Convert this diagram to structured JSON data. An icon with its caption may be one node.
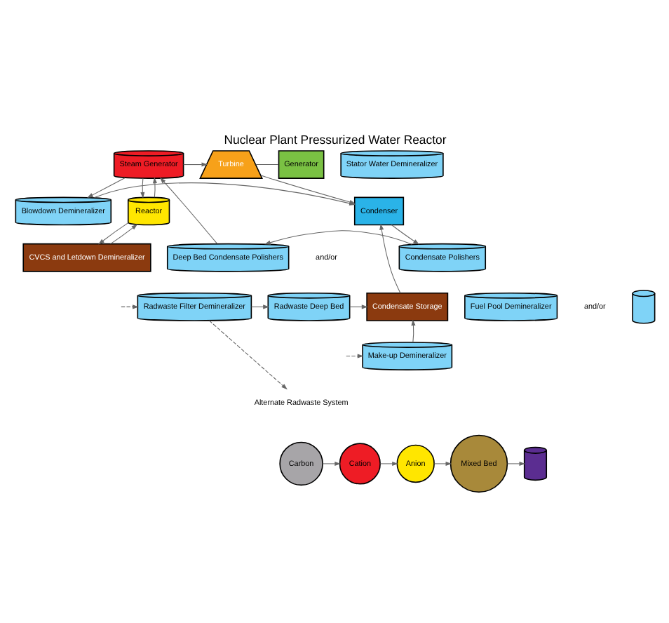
{
  "diagram": {
    "title": "Nuclear Plant Pressurized Water Reactor",
    "nodes": [
      {
        "text": [
          "Steam Generator"
        ]
      },
      {
        "text": [
          "Turbine"
        ]
      },
      {
        "text": [
          "Generator"
        ]
      },
      {
        "text": [
          "Stator Water Demineralizer"
        ]
      },
      {
        "text": [
          "Reactor"
        ]
      },
      {
        "text": [
          "Blowdown Demineralizer"
        ]
      },
      {
        "text": [
          "Condenser"
        ]
      },
      {
        "text": [
          "CVCS and Letdown Demineralizer"
        ]
      },
      {
        "text": [
          "Deep Bed Condensate Polishers"
        ]
      },
      {
        "text": [
          "Condensate Polishers"
        ]
      },
      {
        "text": [
          "Radwaste Filter Demineralizer"
        ]
      },
      {
        "text": [
          "Radwaste Deep Bed"
        ]
      },
      {
        "text": [
          "Condensate Storage"
        ]
      },
      {
        "text": [
          "Make-up Demineralizer"
        ]
      },
      {
        "text": [
          "Fuel Pool Demineralizer"
        ]
      },
      {
        "text": [],
        "shape": "cylinder"
      },
      {
        "text": [
          "Alternate Radwaste System"
        ]
      },
      {
        "text": [
          "Carbon"
        ]
      },
      {
        "text": [
          "Cation"
        ]
      },
      {
        "text": [
          "Anion"
        ]
      },
      {
        "text": [
          "Mixed Bed"
        ]
      },
      {
        "text": [],
        "shape": "cylinder"
      }
    ],
    "edges": [
      {
        "from": 0,
        "to": 1,
        "arrow": "to"
      },
      {
        "from": 0,
        "to": 5,
        "arrow": "to"
      },
      {
        "from": 1,
        "to": 2,
        "arrow": "none"
      },
      {
        "from": 1,
        "to": 6,
        "arrow": "to"
      },
      {
        "from": 5,
        "to": 6,
        "arrow": "to"
      },
      {
        "from": 4,
        "to": 0,
        "arrow": "to"
      },
      {
        "from": 0,
        "to": 4,
        "arrow": "to"
      },
      {
        "from": 4,
        "to": 7,
        "arrow": "to"
      },
      {
        "from": 7,
        "to": 4,
        "arrow": "to"
      },
      {
        "from": 6,
        "to": 9,
        "arrow": "to"
      },
      {
        "from": 9,
        "to": 8,
        "arrow": "to"
      },
      {
        "from": 8,
        "to": 0,
        "arrow": "to"
      },
      {
        "from": null,
        "to": 10,
        "arrow": "to",
        "style": "dashed"
      },
      {
        "from": 10,
        "to": 11,
        "arrow": "to"
      },
      {
        "from": 11,
        "to": 12,
        "arrow": "to"
      },
      {
        "from": 12,
        "to": 6,
        "arrow": "to"
      },
      {
        "from": 13,
        "to": 12,
        "arrow": "to"
      },
      {
        "from": null,
        "to": 13,
        "arrow": "to",
        "style": "dashed"
      },
      {
        "from": 10,
        "to": 16,
        "arrow": "to",
        "style": "dashed"
      },
      {
        "from": 17,
        "to": 18,
        "arrow": "to"
      },
      {
        "from": 18,
        "to": 19,
        "arrow": "to"
      },
      {
        "from": 19,
        "to": 20,
        "arrow": "to"
      },
      {
        "from": 20,
        "to": 21,
        "arrow": "to"
      }
    ],
    "labels": [
      "and/or",
      "and/or"
    ]
  }
}
